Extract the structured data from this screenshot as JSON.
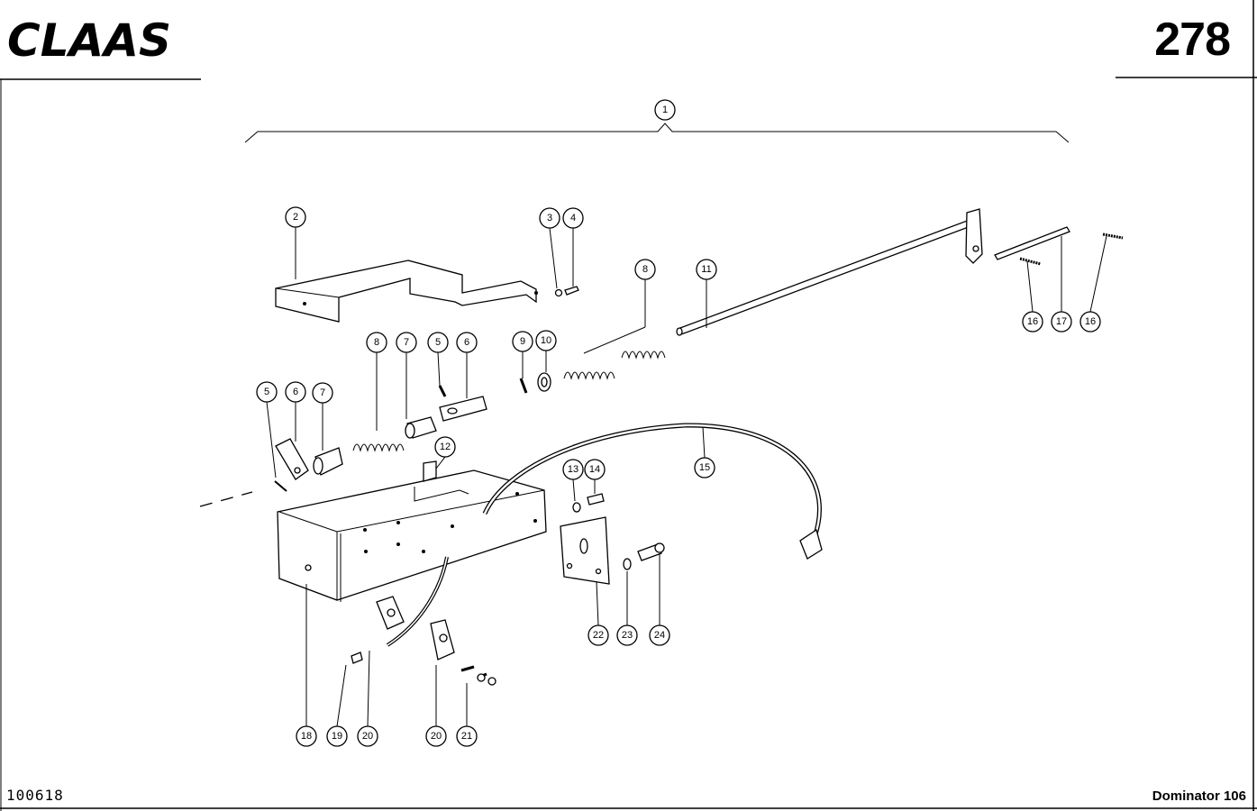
{
  "header": {
    "brand": "CLAAS",
    "page_number": "278"
  },
  "footer": {
    "document_id": "100618",
    "model": "Dominator 106"
  },
  "callouts": [
    "1",
    "2",
    "3",
    "4",
    "5",
    "6",
    "7",
    "8",
    "7",
    "5",
    "6",
    "8",
    "9",
    "10",
    "11",
    "16",
    "17",
    "16",
    "12",
    "13",
    "14",
    "15",
    "18",
    "19",
    "20",
    "20",
    "21",
    "22",
    "23",
    "24"
  ]
}
